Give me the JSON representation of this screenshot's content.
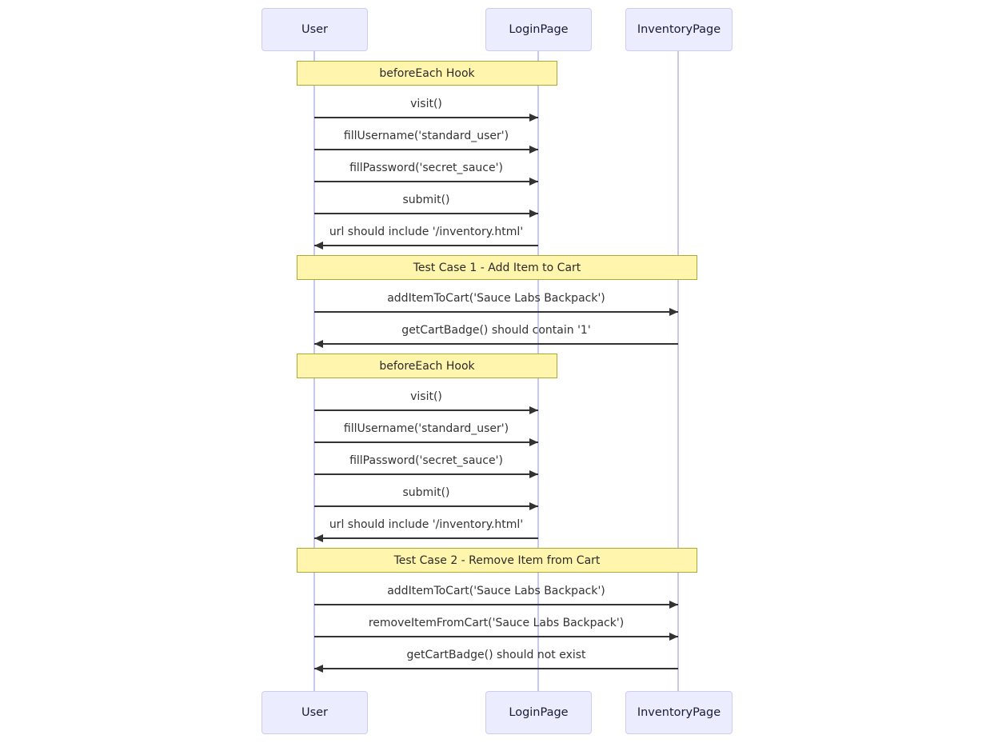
{
  "diagram": {
    "type": "sequence",
    "actors": [
      {
        "id": "User",
        "label": "User"
      },
      {
        "id": "LoginPage",
        "label": "LoginPage"
      },
      {
        "id": "InventoryPage",
        "label": "InventoryPage"
      }
    ],
    "events": [
      {
        "kind": "note",
        "over": [
          "User",
          "LoginPage"
        ],
        "text": "beforeEach Hook"
      },
      {
        "kind": "message",
        "from": "User",
        "to": "LoginPage",
        "text": "visit()"
      },
      {
        "kind": "message",
        "from": "User",
        "to": "LoginPage",
        "text": "fillUsername('standard_user')"
      },
      {
        "kind": "message",
        "from": "User",
        "to": "LoginPage",
        "text": "fillPassword('secret_sauce')"
      },
      {
        "kind": "message",
        "from": "User",
        "to": "LoginPage",
        "text": "submit()"
      },
      {
        "kind": "message",
        "from": "LoginPage",
        "to": "User",
        "text": "url should include '/inventory.html'"
      },
      {
        "kind": "note",
        "over": [
          "User",
          "InventoryPage"
        ],
        "text": "Test Case 1 - Add Item to Cart"
      },
      {
        "kind": "message",
        "from": "User",
        "to": "InventoryPage",
        "text": "addItemToCart('Sauce Labs Backpack')"
      },
      {
        "kind": "message",
        "from": "InventoryPage",
        "to": "User",
        "text": "getCartBadge() should contain '1'"
      },
      {
        "kind": "note",
        "over": [
          "User",
          "LoginPage"
        ],
        "text": "beforeEach Hook"
      },
      {
        "kind": "message",
        "from": "User",
        "to": "LoginPage",
        "text": "visit()"
      },
      {
        "kind": "message",
        "from": "User",
        "to": "LoginPage",
        "text": "fillUsername('standard_user')"
      },
      {
        "kind": "message",
        "from": "User",
        "to": "LoginPage",
        "text": "fillPassword('secret_sauce')"
      },
      {
        "kind": "message",
        "from": "User",
        "to": "LoginPage",
        "text": "submit()"
      },
      {
        "kind": "message",
        "from": "LoginPage",
        "to": "User",
        "text": "url should include '/inventory.html'"
      },
      {
        "kind": "note",
        "over": [
          "User",
          "InventoryPage"
        ],
        "text": "Test Case 2 - Remove Item from Cart"
      },
      {
        "kind": "message",
        "from": "User",
        "to": "InventoryPage",
        "text": "addItemToCart('Sauce Labs Backpack')"
      },
      {
        "kind": "message",
        "from": "User",
        "to": "InventoryPage",
        "text": "removeItemFromCart('Sauce Labs Backpack')"
      },
      {
        "kind": "message",
        "from": "InventoryPage",
        "to": "User",
        "text": "getCartBadge() should not exist"
      }
    ]
  },
  "colors": {
    "actor_fill": "#ececff",
    "actor_border": "#cfccee",
    "note_fill": "#fff5ad",
    "note_border": "#aaaa33",
    "lifeline": "#c8c8ec",
    "arrow": "#333333",
    "text": "#333333"
  }
}
